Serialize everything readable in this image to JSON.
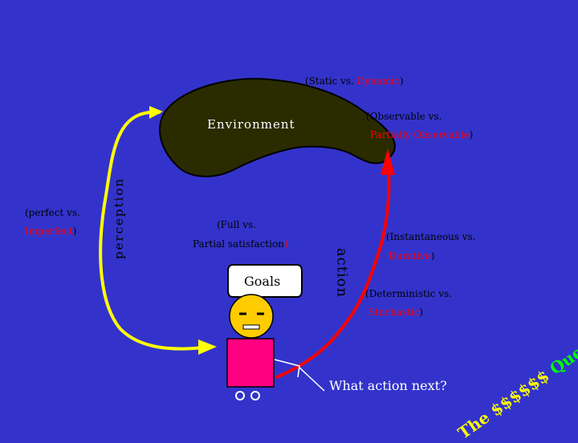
{
  "colors": {
    "background": "#3333cc",
    "environment_fill": "#2b2b00",
    "perception_arrow": "#ffff00",
    "action_arrow": "#ff0000",
    "agent_body": "#ff0080",
    "agent_head": "#ffcc00",
    "text_black": "#000000",
    "text_red": "#ff0000",
    "text_white": "#ffffff",
    "dollar_text": "#ffff00",
    "question_text": "#00ff00"
  },
  "labels": {
    "environment": "Environment",
    "perception": "perception",
    "action": "action",
    "goals": "Goals",
    "question": "What action next?"
  },
  "properties": {
    "static_dynamic": {
      "open": "(",
      "first": "Static vs. ",
      "second": "Dynamic",
      "close": ")"
    },
    "observable": {
      "line1": "(Observable vs.",
      "line2_red": "Partially Observable",
      "line2_close": ")"
    },
    "perfect": {
      "line1": "(perfect vs.",
      "line2_red": "Imperfect",
      "line2_close": ")"
    },
    "full_partial": {
      "line1": "(Full vs.",
      "line2_black": "Partial satisfaction",
      "line2_close": ")"
    },
    "instantaneous": {
      "line1": "(Instantaneous vs.",
      "line2_red": "Durative",
      "line2_close": ")"
    },
    "deterministic": {
      "line1_open": "(",
      "line1": "Deterministic vs.",
      "line2_red": "Stochastic",
      "line2_close": ")"
    }
  },
  "the_dollar_question": {
    "the": "The",
    "dollars": "$$$$$$",
    "question": "Question"
  },
  "icons": [
    "agent-figure",
    "environment-blob",
    "goals-thought-bubble",
    "perception-arrow",
    "action-arrow"
  ]
}
